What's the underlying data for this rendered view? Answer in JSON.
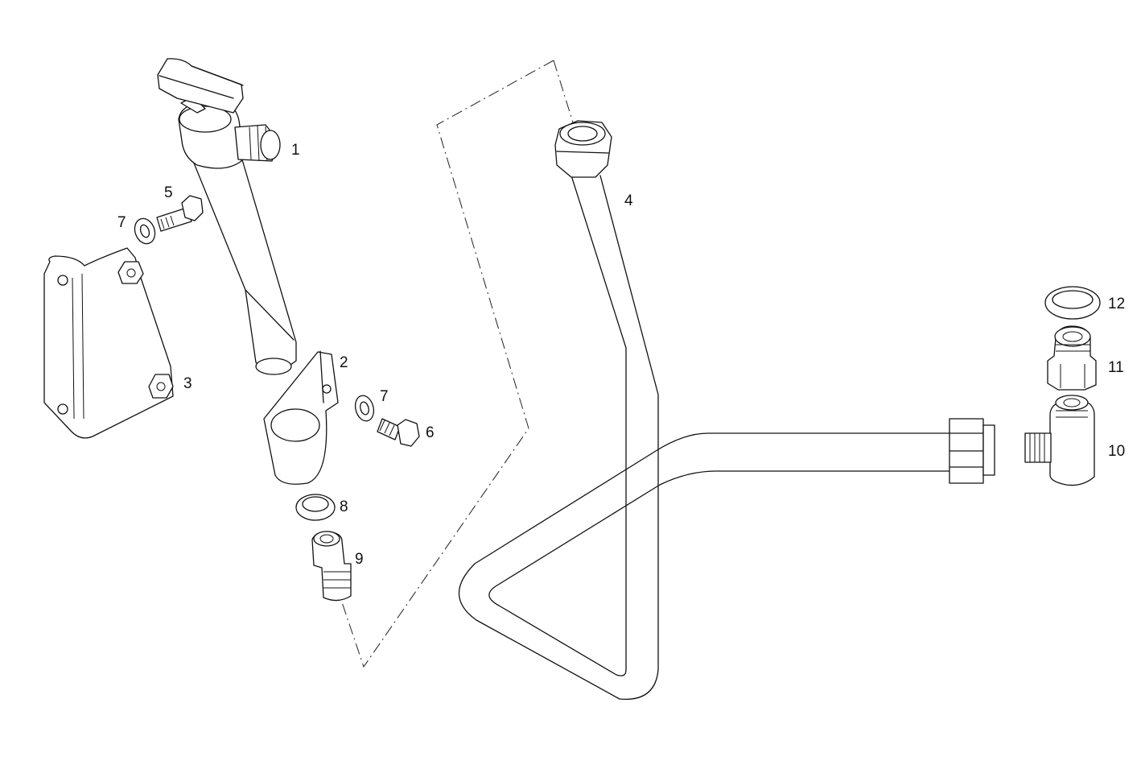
{
  "callouts": [
    {
      "id": "1",
      "text": "1"
    },
    {
      "id": "2",
      "text": "2"
    },
    {
      "id": "3",
      "text": "3"
    },
    {
      "id": "4",
      "text": "4"
    },
    {
      "id": "5",
      "text": "5"
    },
    {
      "id": "6",
      "text": "6"
    },
    {
      "id": "7a",
      "text": "7"
    },
    {
      "id": "7b",
      "text": "7"
    },
    {
      "id": "8",
      "text": "8"
    },
    {
      "id": "9",
      "text": "9"
    },
    {
      "id": "10",
      "text": "10"
    },
    {
      "id": "11",
      "text": "11"
    },
    {
      "id": "12",
      "text": "12"
    }
  ]
}
